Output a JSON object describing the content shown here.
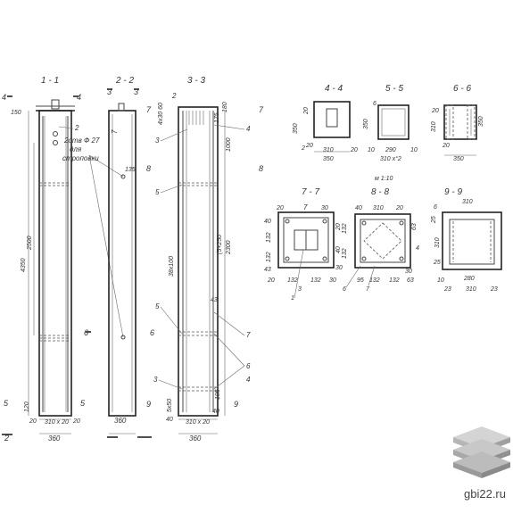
{
  "sections": {
    "s1": "1 - 1",
    "s2": "2 - 2",
    "s3": "3 - 3",
    "s4": "4 - 4",
    "s5": "5 - 5",
    "s6": "6 - 6",
    "s7": "7 - 7",
    "s8": "8 - 8",
    "s9": "9 - 9"
  },
  "scale": "м 1:10",
  "dims": {
    "d4350": "4350",
    "d2500": "2500",
    "d1000": "1000",
    "d2300": "2300",
    "d15x250": "(5+250",
    "d38x100": "38х100",
    "d4x30": "4х30 60",
    "d175": "175",
    "d180": "180",
    "d120": "120",
    "d105": "105",
    "d135": "135",
    "d150": "150",
    "d360": "360",
    "d350": "350",
    "d310": "310",
    "d290": "290",
    "d280": "280",
    "d20": "20",
    "d30": "30",
    "d40": "40",
    "d10": "10",
    "d45": "45",
    "d43": "43",
    "d132": "132",
    "d95": "95",
    "d63": "63",
    "d25": "25",
    "d23": "23",
    "d5x50": "5х50",
    "d310x20": "310 х 20",
    "d310x2": "310 х°2",
    "d43b": "43"
  },
  "notes": {
    "hole": "2отв Ф 27",
    "for": "для",
    "lifting": "строповки"
  },
  "callouts": [
    "1",
    "2",
    "3",
    "4",
    "5",
    "6",
    "7",
    "8",
    "9"
  ],
  "watermark": "gbi22.ru",
  "colors": {
    "line": "#444444",
    "logo_top": "#d4d4d4",
    "logo_mid": "#b0b0b0",
    "logo_bot": "#8a8a8a"
  },
  "icons": {
    "logo": "stacked-slabs-logo-icon"
  }
}
